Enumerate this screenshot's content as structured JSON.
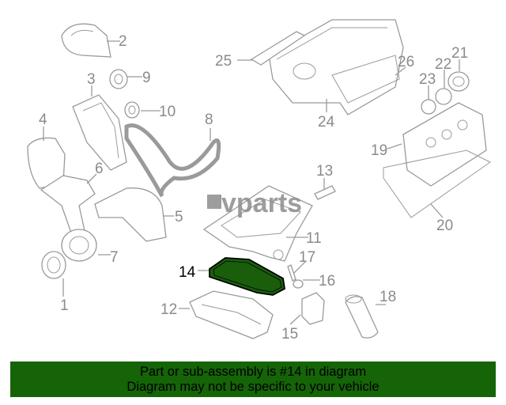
{
  "logo": {
    "text": "vparts"
  },
  "highlighted_part": "14",
  "callouts": {
    "c1": "1",
    "c2": "2",
    "c3": "3",
    "c4": "4",
    "c5": "5",
    "c6": "6",
    "c7": "7",
    "c8": "8",
    "c9": "9",
    "c10": "10",
    "c11": "11",
    "c12": "12",
    "c13": "13",
    "c14": "14",
    "c15": "15",
    "c16": "16",
    "c17": "17",
    "c18": "18",
    "c19": "19",
    "c20": "20",
    "c21": "21",
    "c22": "22",
    "c23": "23",
    "c24": "24",
    "c25": "25",
    "c26": "26"
  },
  "banner": {
    "line1": "Part or sub-assembly is #14 in diagram",
    "line2": "Diagram may not be specific to your vehicle"
  },
  "colors": {
    "banner": "#156408",
    "highlight_fill": "#1a5e0c"
  }
}
